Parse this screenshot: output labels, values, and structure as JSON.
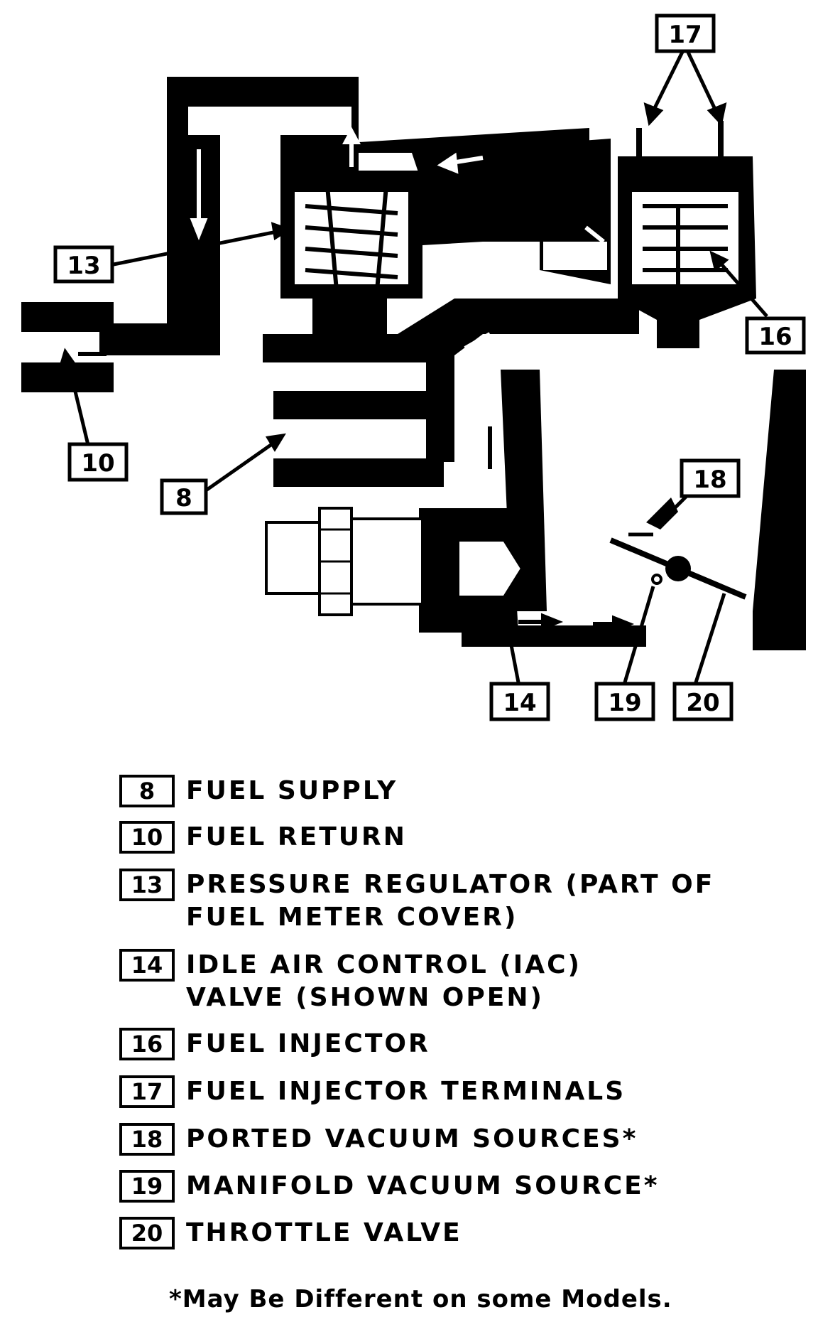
{
  "callouts": [
    "17",
    "13",
    "16",
    "10",
    "8",
    "18",
    "14",
    "19",
    "20"
  ],
  "legend": [
    {
      "num": "8",
      "text": "FUEL SUPPLY"
    },
    {
      "num": "10",
      "text": "FUEL RETURN"
    },
    {
      "num": "13",
      "text": "PRESSURE REGULATOR (PART OF\nFUEL METER COVER)"
    },
    {
      "num": "14",
      "text": "IDLE AIR CONTROL (IAC)\nVALVE (SHOWN OPEN)"
    },
    {
      "num": "16",
      "text": "FUEL INJECTOR"
    },
    {
      "num": "17",
      "text": "FUEL INJECTOR TERMINALS"
    },
    {
      "num": "18",
      "text": "PORTED VACUUM SOURCES*"
    },
    {
      "num": "19",
      "text": "MANIFOLD VACUUM SOURCE*"
    },
    {
      "num": "20",
      "text": "THROTTLE VALVE"
    }
  ],
  "footnote": "*May Be Different on some Models."
}
